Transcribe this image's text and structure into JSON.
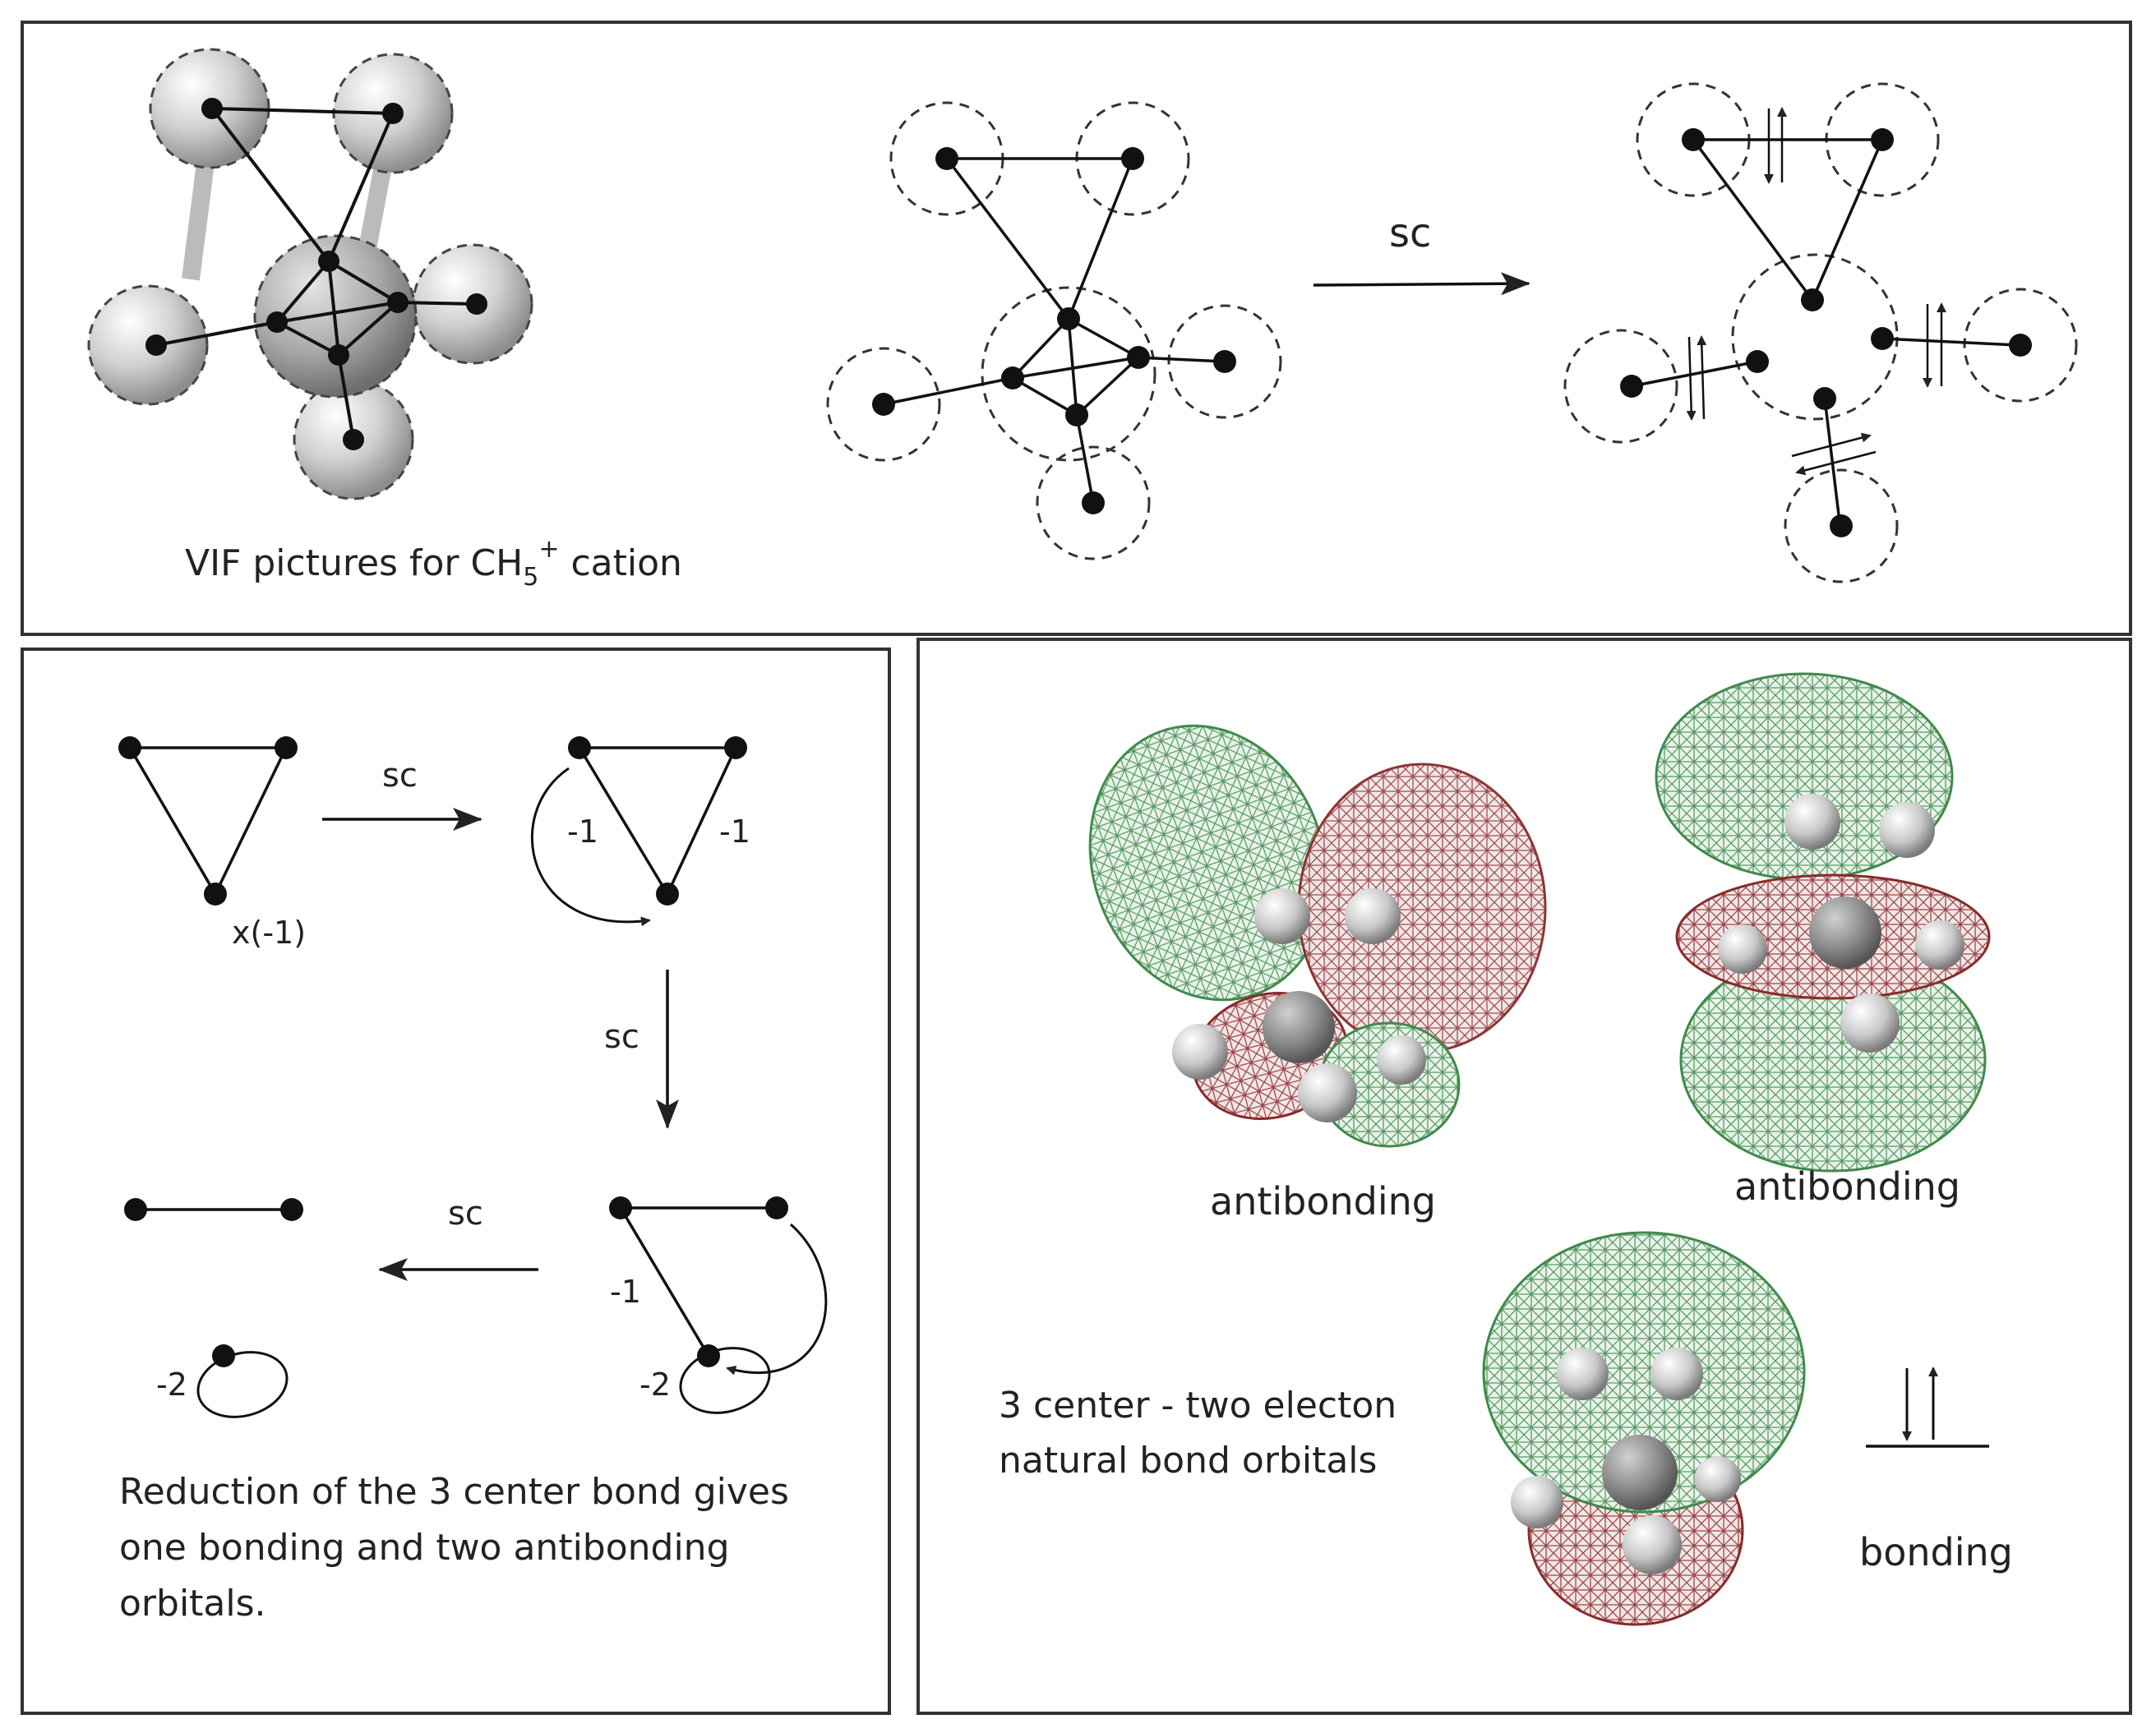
{
  "top_panel": {
    "caption_prefix": "VIF pictures for CH",
    "caption_subscript": "5",
    "caption_superscript": "+",
    "caption_suffix": " cation",
    "arrow_label": "sc"
  },
  "bottom_left_panel": {
    "arrow_label_1": "sc",
    "arrow_label_2": "sc",
    "arrow_label_3": "sc",
    "label_x_minus1": "x(-1)",
    "label_minus1_left": "-1",
    "label_minus1_right": "-1",
    "label_minus1_lower": "-1",
    "label_minus2_lower": "-2",
    "label_minus2_final": "-2",
    "caption_lines": [
      "Reduction of the 3 center bond gives",
      "one bonding and two antibonding",
      "orbitals."
    ]
  },
  "bottom_right_panel": {
    "label_antibonding_1": "antibonding",
    "label_antibonding_2": "antibonding",
    "label_bonding": "bonding",
    "caption_lines": [
      "3 center - two electon",
      "natural bond orbitals"
    ]
  },
  "colors": {
    "green_lobe": "#3f8a4a",
    "red_lobe": "#8a2a2a",
    "line": "#222222"
  }
}
